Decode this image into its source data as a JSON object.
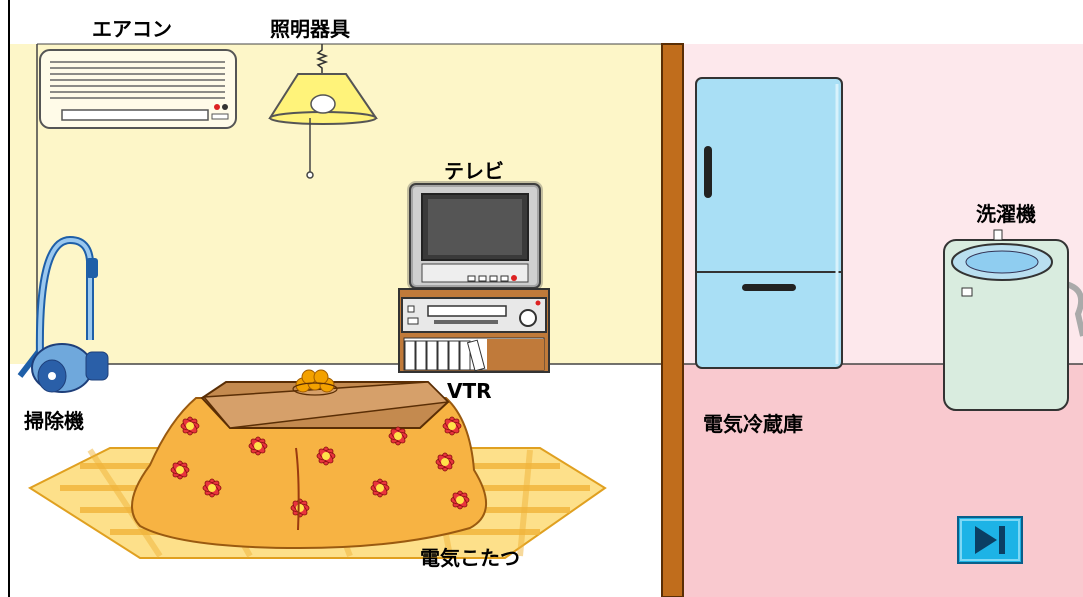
{
  "labels": {
    "air_conditioner": "エアコン",
    "lighting": "照明器具",
    "tv": "テレビ",
    "vtr": "VTR",
    "vacuum": "掃除機",
    "kotatsu": "電気こたつ",
    "refrigerator": "電気冷蔵庫",
    "washing_machine": "洗濯機"
  },
  "controls": {
    "next_icon": "skip-next-icon"
  },
  "colors": {
    "left_wall": "#fdf6c8",
    "left_floor": "#ffffff",
    "right_wall": "#fde8ec",
    "right_floor": "#f9c9cf",
    "pillar": "#c06d1c",
    "fridge": "#a9dff5",
    "button": "#1db3e6"
  }
}
